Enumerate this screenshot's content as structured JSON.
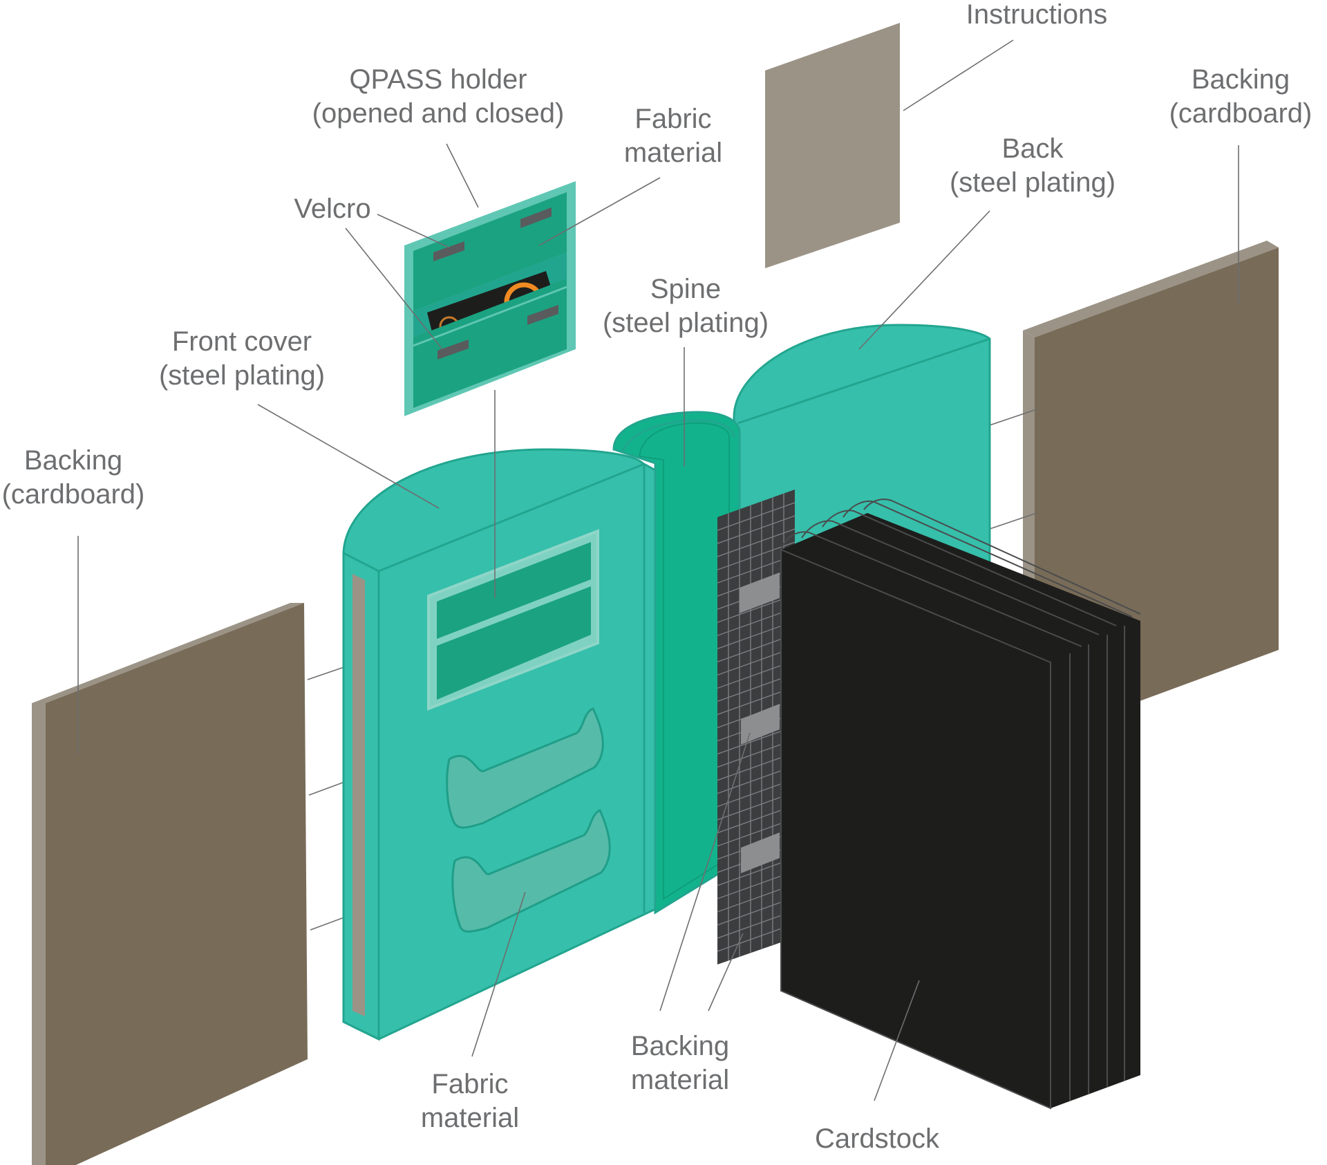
{
  "labels": {
    "instructions": "Instructions",
    "backing_right": [
      "Backing",
      "(cardboard)"
    ],
    "qpass_holder": [
      "QPASS holder",
      "(opened and closed)"
    ],
    "fabric_top": [
      "Fabric",
      "material"
    ],
    "back": [
      "Back",
      "(steel plating)"
    ],
    "velcro": "Velcro",
    "spine": [
      "Spine",
      "(steel plating)"
    ],
    "front_cover": [
      "Front cover",
      "(steel plating)"
    ],
    "backing_left": [
      "Backing",
      "(cardboard)"
    ],
    "fabric_bottom": [
      "Fabric",
      "material"
    ],
    "backing_material": [
      "Backing",
      "material"
    ],
    "cardstock": "Cardstock"
  },
  "colors": {
    "teal": "#36bfab",
    "teal_edge": "#22a58f",
    "teal_dark": "#1ba281",
    "spine": "#12b38c",
    "cardboard_face": "#786b58",
    "cardboard_edge": "#9b9386",
    "black_book": "#1d1e1c",
    "grid_panel": "#3c3d3f",
    "velcro_gray": "#5a5b5d",
    "label_gray": "#6d6e70"
  }
}
